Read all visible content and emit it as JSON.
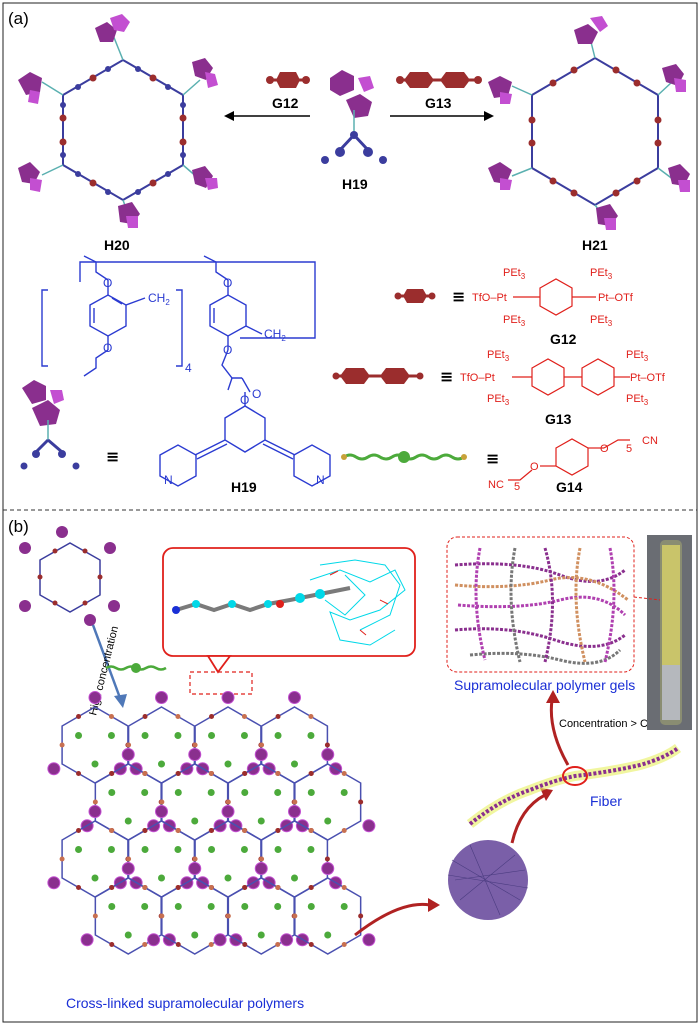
{
  "panel_a": {
    "label": "(a)",
    "left_arrow_label": "G12",
    "right_arrow_label": "G13",
    "host_label": "H19",
    "left_product_label": "H20",
    "right_product_label": "H21",
    "structure_host_label": "H19",
    "subscript_4": "4",
    "ch2_a": "CH",
    "ch2_b": "CH",
    "sub2": "2",
    "g12": {
      "label": "G12",
      "equiv": "≡",
      "top1": "PEt",
      "top2": "PEt",
      "left": "TfO–Pt",
      "right": "Pt–OTf",
      "bot1": "PEt",
      "bot2": "PEt",
      "sub3": "3"
    },
    "g13": {
      "label": "G13",
      "equiv": "≡",
      "top1": "PEt",
      "top2": "PEt",
      "left": "TfO–Pt",
      "right": "Pt–OTf",
      "bot1": "PEt",
      "bot2": "PEt",
      "sub3": "3"
    },
    "g14": {
      "label": "G14",
      "equiv": "≡",
      "cn_top": "CN",
      "cn_bottom": "NC",
      "sub5": "5",
      "oxygen": "O"
    },
    "host_equiv": "≡"
  },
  "panel_b": {
    "label": "(b)",
    "arrow_label": "High concentration",
    "network_label": "Cross-linked supramolecular polymers",
    "fiber_label": "Fiber",
    "gel_label": "Supramolecular polymer gels",
    "cgc_label": "Concentration > CGC"
  },
  "colors": {
    "purple": "#8a2f8e",
    "magenta": "#c34fd1",
    "navy": "#3b3d9e",
    "brick": "#9b2d2d",
    "green": "#4caa3b",
    "cyan": "#00d8e8",
    "red": "#e0201b",
    "blue": "#1a2fd6"
  }
}
